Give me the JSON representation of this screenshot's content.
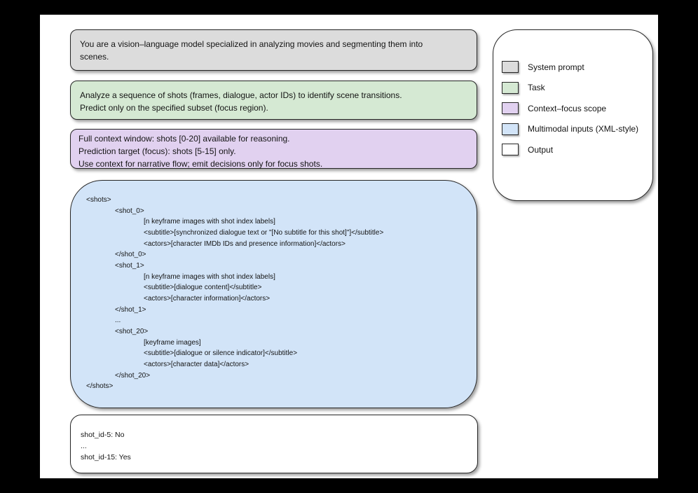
{
  "colors": {
    "background": "#000000",
    "canvas": "#ffffff",
    "system_prompt_fill": "#dcdcdc",
    "task_fill": "#d5e9d3",
    "context_focus_fill": "#e1d1f0",
    "multimodal_fill": "#d2e4f8",
    "output_fill": "#ffffff",
    "border": "#262626"
  },
  "boxes": {
    "system_prompt": {
      "lines": [
        "You are a vision–language model specialized in analyzing movies and segmenting them into",
        "scenes."
      ]
    },
    "task": {
      "lines": [
        "Analyze a sequence of shots (frames, dialogue, actor IDs) to identify scene transitions.",
        "Predict only on the specified subset (focus region)."
      ]
    },
    "context_focus": {
      "lines": [
        "Full context window: shots [0-20] available for reasoning.",
        "Prediction target (focus): shots [5-15] only.",
        "Use context for narrative flow; emit decisions only for focus shots."
      ]
    },
    "multimodal_inputs": {
      "lines": [
        {
          "indent": 0,
          "text": "<shots>"
        },
        {
          "indent": 1,
          "text": "<shot_0>"
        },
        {
          "indent": 2,
          "text": "[n keyframe images with shot index labels]"
        },
        {
          "indent": 2,
          "text": "<subtitle>[synchronized dialogue text or \"[No subtitle for this shot]\"]</subtitle>"
        },
        {
          "indent": 2,
          "text": "<actors>[character IMDb IDs and presence information]</actors>"
        },
        {
          "indent": 1,
          "text": "</shot_0>"
        },
        {
          "indent": 1,
          "text": "<shot_1>"
        },
        {
          "indent": 2,
          "text": "[n keyframe images with shot index labels]"
        },
        {
          "indent": 2,
          "text": "<subtitle>[dialogue content]</subtitle>"
        },
        {
          "indent": 2,
          "text": "<actors>[character information]</actors>"
        },
        {
          "indent": 1,
          "text": "</shot_1>"
        },
        {
          "indent": 1,
          "text": "..."
        },
        {
          "indent": 1,
          "text": "<shot_20>"
        },
        {
          "indent": 2,
          "text": "[keyframe images]"
        },
        {
          "indent": 2,
          "text": "<subtitle>[dialogue or silence indicator]</subtitle>"
        },
        {
          "indent": 2,
          "text": "<actors>[character data]</actors>"
        },
        {
          "indent": 1,
          "text": "</shot_20>"
        },
        {
          "indent": 0,
          "text": "</shots>"
        }
      ]
    },
    "output": {
      "lines": [
        "shot_id-5: No",
        "...",
        "shot_id-15: Yes"
      ]
    }
  },
  "legend": {
    "items": [
      {
        "label": "System prompt",
        "color": "#dcdcdc"
      },
      {
        "label": "Task",
        "color": "#d5e9d3"
      },
      {
        "label": "Context–focus scope",
        "color": "#e1d1f0"
      },
      {
        "label": "Multimodal inputs (XML-style)",
        "color": "#d2e4f8"
      },
      {
        "label": "Output",
        "color": "#ffffff"
      }
    ]
  }
}
